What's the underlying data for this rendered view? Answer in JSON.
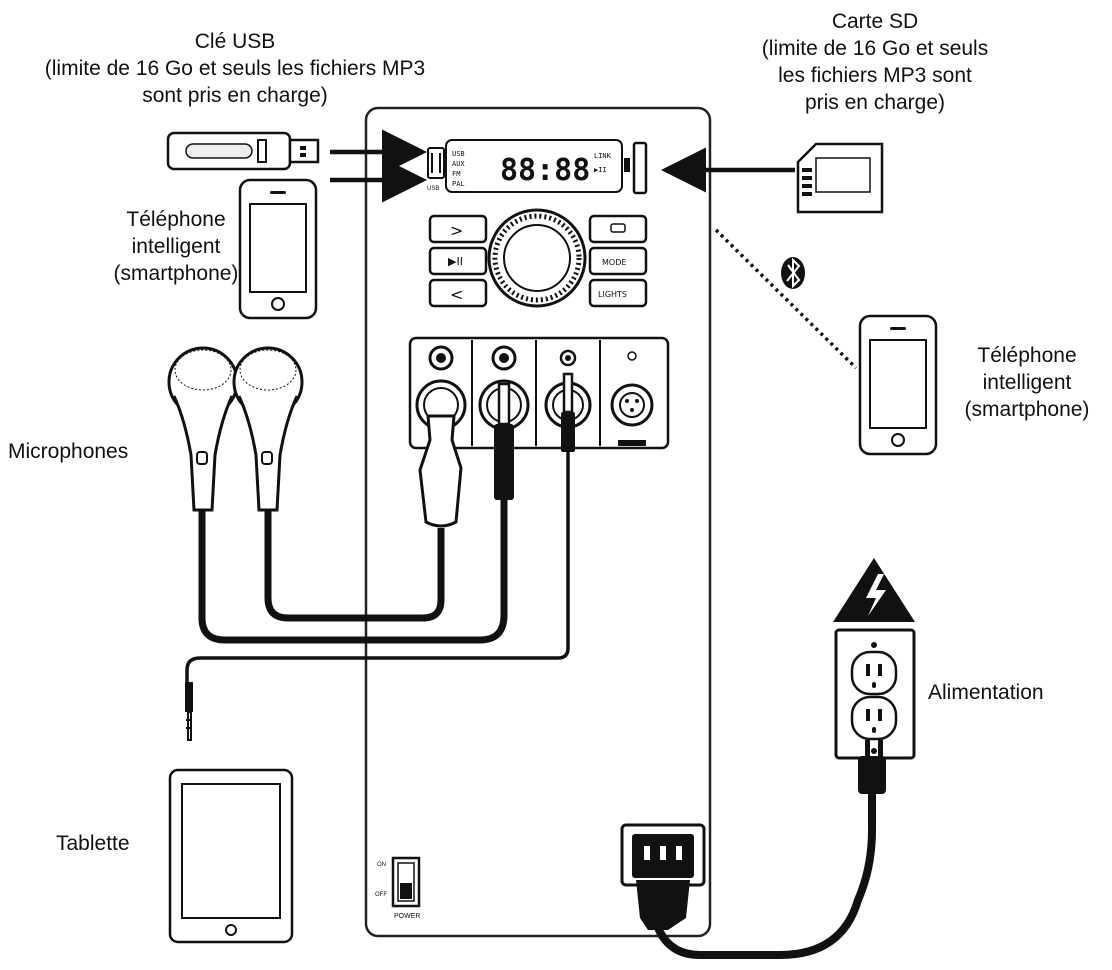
{
  "labels": {
    "usb": [
      "Clé USB",
      "(limite de 16 Go et seuls les fichiers MP3",
      "sont pris en charge)"
    ],
    "sd": [
      "Carte SD",
      "(limite de 16 Go et seuls",
      "les fichiers MP3 sont",
      "pris en charge)"
    ],
    "phone_wired": [
      "Téléphone",
      "intelligent",
      "(smartphone)"
    ],
    "phone_bt": [
      "Téléphone",
      "intelligent",
      "(smartphone)"
    ],
    "microphones": "Microphones",
    "tablet": "Tablette",
    "power": "Alimentation"
  },
  "panel_markings": {
    "display_digits": "88:88",
    "display_left": [
      "USB",
      "AUX",
      "FM",
      "PAL"
    ],
    "display_right": [
      "LINK",
      "▶II"
    ],
    "buttons_left": [
      ">",
      "▶II",
      "<"
    ],
    "buttons_right": [
      "",
      "MODE",
      "LIGHTS"
    ],
    "power_switch": "POWER",
    "switch_on": "ON",
    "switch_off": "OFF",
    "usb_port": "USB"
  },
  "icons": [
    "usb-stick-icon",
    "sd-card-icon",
    "smartphone-icon",
    "bluetooth-icon",
    "microphone-icon",
    "tablet-icon",
    "outlet-icon",
    "high-voltage-icon",
    "power-plug-icon"
  ],
  "colors": {
    "ink": "#111111",
    "panel": "#ffffff",
    "grey": "#9a9a9a"
  }
}
